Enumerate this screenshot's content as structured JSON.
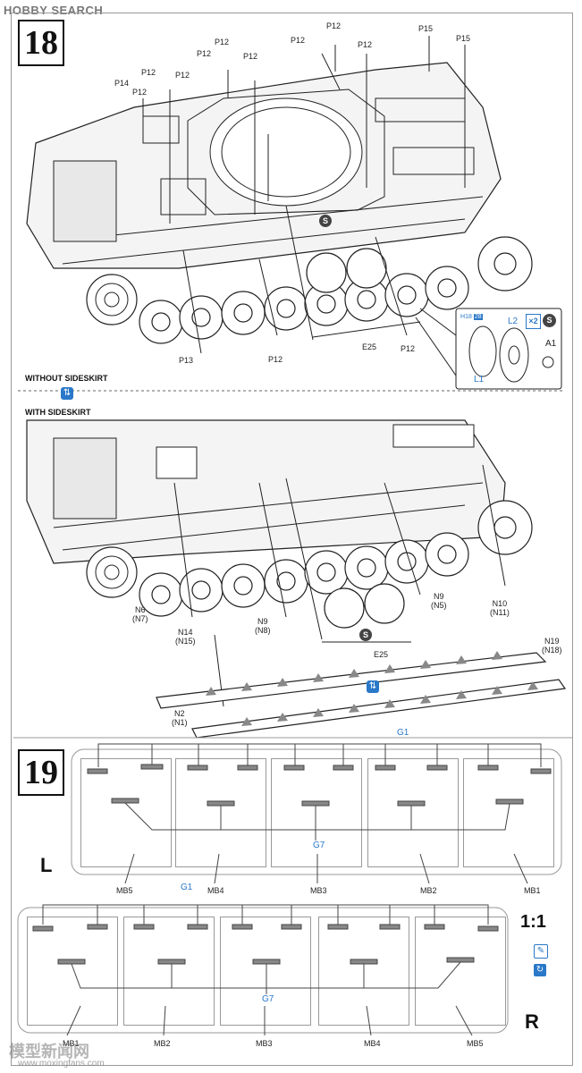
{
  "header": {
    "logo_text": "HOBBY SEARCH"
  },
  "step18": {
    "number": "18",
    "labels_top": [
      "P12",
      "P12",
      "P12",
      "P12",
      "P12",
      "P12",
      "P15",
      "P15",
      "P12",
      "P12",
      "P14",
      "P12"
    ],
    "p13": "P13",
    "p12_bottom_a": "P12",
    "p12_bottom_b": "P12",
    "e25": "E25",
    "s_badge": "S",
    "inset": {
      "h_ref": "H",
      "n1": "18",
      "n2": "28",
      "l2": "L2",
      "x2": "×2",
      "a1": "A1",
      "l1": "L1",
      "s": "S"
    }
  },
  "divider": {
    "without": "WITHOUT SIDESKIRT",
    "with": "WITH SIDESKIRT"
  },
  "step18b": {
    "n6": "N6",
    "n7": "(N7)",
    "n14": "N14",
    "n15": "(N15)",
    "n9a": "N9",
    "n8": "(N8)",
    "n9b": "N9",
    "n5": "(N5)",
    "n10": "N10",
    "n11": "(N11)",
    "n19": "N19",
    "n18": "(N18)",
    "n2": "N2",
    "n1": "(N1)",
    "e25": "E25",
    "s_badge": "S"
  },
  "step19": {
    "number": "19",
    "left_side": {
      "side": "L",
      "g1": "G1",
      "g7": "G7",
      "panels": [
        "MB5",
        "MB4",
        "MB3",
        "MB2",
        "MB1"
      ]
    },
    "right_side": {
      "side": "R",
      "g1": "G1",
      "g7": "G7",
      "panels": [
        "MB1",
        "MB2",
        "MB3",
        "MB4",
        "MB5"
      ]
    },
    "scale": "1:1"
  },
  "footer": {
    "watermark": "模型新闻网",
    "url": "www.moxingfans.com"
  }
}
